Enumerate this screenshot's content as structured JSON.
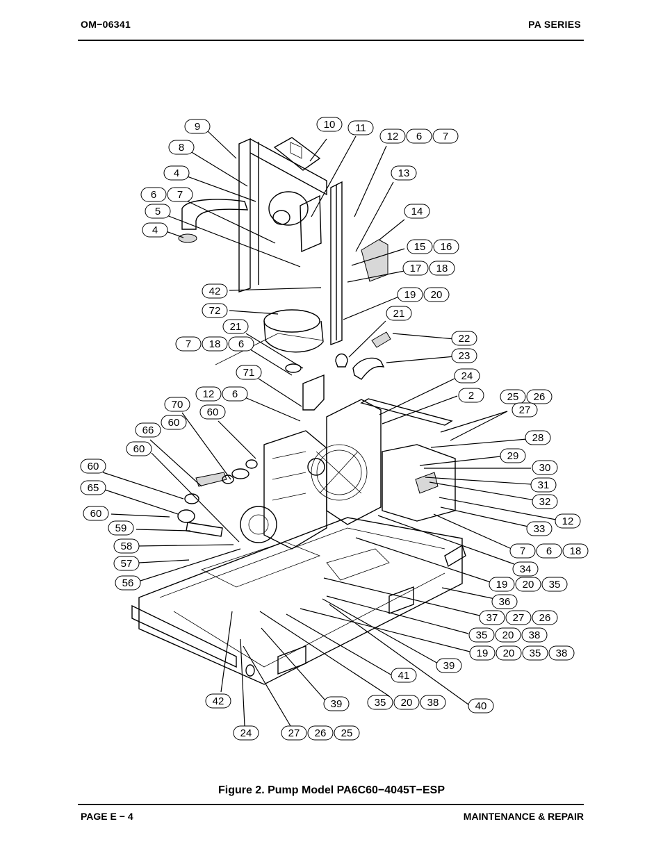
{
  "header": {
    "doc_number": "OM−06341",
    "series": "PA SERIES"
  },
  "figure": {
    "caption": "Figure 2. Pump Model PA6C60−4045T−ESP",
    "callouts": [
      [
        "9"
      ],
      [
        "8"
      ],
      [
        "4"
      ],
      [
        "6",
        "7"
      ],
      [
        "5"
      ],
      [
        "4"
      ],
      [
        "10"
      ],
      [
        "11"
      ],
      [
        "12",
        "6",
        "7"
      ],
      [
        "13"
      ],
      [
        "14"
      ],
      [
        "15",
        "16"
      ],
      [
        "17",
        "18"
      ],
      [
        "42"
      ],
      [
        "72"
      ],
      [
        "19",
        "20"
      ],
      [
        "21"
      ],
      [
        "21"
      ],
      [
        "7",
        "18",
        "6"
      ],
      [
        "22"
      ],
      [
        "23"
      ],
      [
        "71"
      ],
      [
        "24"
      ],
      [
        "12",
        "6"
      ],
      [
        "2"
      ],
      [
        "25",
        "26"
      ],
      [
        "27"
      ],
      [
        "70"
      ],
      [
        "60"
      ],
      [
        "60"
      ],
      [
        "66"
      ],
      [
        "28"
      ],
      [
        "60"
      ],
      [
        "29"
      ],
      [
        "30"
      ],
      [
        "60"
      ],
      [
        "31"
      ],
      [
        "65"
      ],
      [
        "32"
      ],
      [
        "60"
      ],
      [
        "12"
      ],
      [
        "59"
      ],
      [
        "33"
      ],
      [
        "58"
      ],
      [
        "7",
        "6",
        "18"
      ],
      [
        "57"
      ],
      [
        "34"
      ],
      [
        "56"
      ],
      [
        "19",
        "20",
        "35"
      ],
      [
        "36"
      ],
      [
        "37",
        "27",
        "26"
      ],
      [
        "35",
        "20",
        "38"
      ],
      [
        "19",
        "20",
        "35",
        "38"
      ],
      [
        "39"
      ],
      [
        "41"
      ],
      [
        "42"
      ],
      [
        "39"
      ],
      [
        "35",
        "20",
        "38"
      ],
      [
        "40"
      ],
      [
        "24"
      ],
      [
        "27",
        "26",
        "25"
      ]
    ]
  },
  "footer": {
    "page": "PAGE E − 4",
    "section": "MAINTENANCE & REPAIR"
  }
}
